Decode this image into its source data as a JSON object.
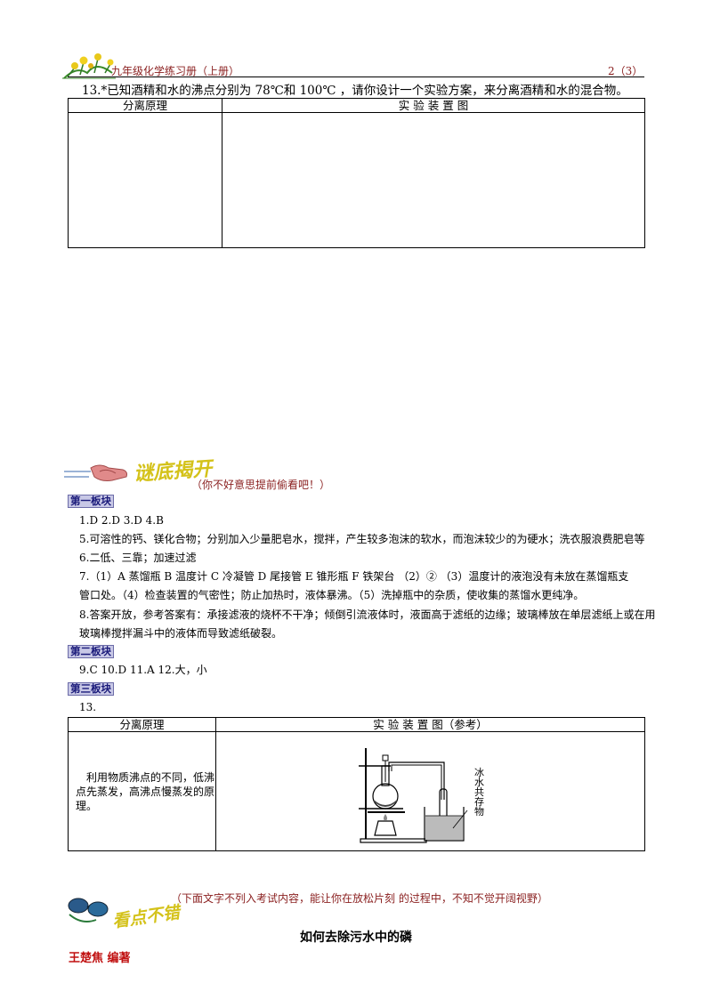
{
  "header": {
    "title": "九年级化学练习册（上册）",
    "page": "2（3）"
  },
  "question13": {
    "text": "13.*已知酒精和水的沸点分别为 78℃和 100℃  ，请你设计一个实验方案，来分离酒精和水的混合物。",
    "col1_header": "分离原理",
    "col2_header": "实 验 装 置 图"
  },
  "answers_section": {
    "logo_text": "谜底揭开",
    "subtitle": "（你不好意思提前偷看吧！）",
    "block1_label": "第一板块",
    "block1_lines": [
      "1.D    2.D    3.D    4.B",
      "5.可溶性的钙、镁化合物；分别加入少量肥皂水，搅拌，产生较多泡沫的软水，而泡沫较少的为硬水；洗衣服浪费肥皂等",
      "6.二低、三靠；加速过滤",
      "7.（1）A 蒸馏瓶   B 温度计   C 冷凝管   D 尾接管   E 锥形瓶   F 铁架台    （2）②   （3）温度计的液泡没有未放在蒸馏瓶支",
      "管口处。（4）检查装置的气密性；防止加热时，液体暴沸。（5）洗掉瓶中的杂质，使收集的蒸馏水更纯净。",
      "8.答案开放，参考答案有：承接滤液的烧杯不干净；倾倒引流液体时，液面高于滤纸的边缘；玻璃棒放在单层滤纸上或在用",
      "玻璃棒搅拌漏斗中的液体而导致滤纸破裂。"
    ],
    "block2_label": "第二板块",
    "block2_lines": [
      "9.C    10.D    11.A    12.大，小"
    ],
    "block3_label": "第三板块",
    "block3_lines": [
      "13."
    ],
    "table": {
      "col1_header": "分离原理",
      "col2_header": "实  验  装  置  图（参考）",
      "principle_text": [
        "利用物质沸点的不同，低沸",
        "点先蒸发，高沸点慢蒸发的原",
        "理。"
      ],
      "diagram_label": [
        "冰",
        "水",
        "共",
        "存",
        "物"
      ]
    }
  },
  "reading_section": {
    "logo_text": "看点不错",
    "subtitle": "（下面文字不列入考试内容，能让你在放松片刻  的过程中，不知不觉开阔视野）",
    "title": "如何去除污水中的磷",
    "author": "王楚焦  编著"
  },
  "colors": {
    "header_text": "#8a1f1f",
    "logo_yellow": "#d4c21a",
    "badge_bg": "#c8c8e6",
    "author_red": "#c01010"
  }
}
